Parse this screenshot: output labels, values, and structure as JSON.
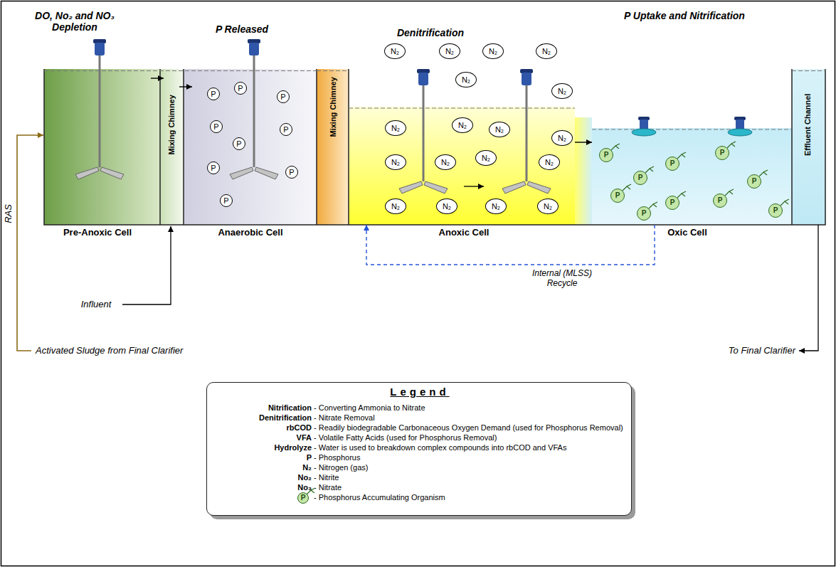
{
  "diagram": {
    "nodes": [
      {
        "text": [
          "DO, No₂ and NO₃ Depletion",
          "Pre-Anoxic Cell"
        ]
      },
      {
        "text": [
          "Mixing Chimney"
        ]
      },
      {
        "text": [
          "P Released",
          "Anaerobic Cell"
        ]
      },
      {
        "text": [
          "P"
        ],
        "in": 2
      },
      {
        "text": [
          "P"
        ],
        "in": 2
      },
      {
        "text": [
          "P"
        ],
        "in": 2
      },
      {
        "text": [
          "P"
        ],
        "in": 2
      },
      {
        "text": [
          "P"
        ],
        "in": 2
      },
      {
        "text": [
          "P"
        ],
        "in": 2
      },
      {
        "text": [
          "P"
        ],
        "in": 2
      },
      {
        "text": [
          "P"
        ],
        "in": 2
      },
      {
        "text": [
          "P"
        ],
        "in": 2
      },
      {
        "text": [
          "Mixing Chimney"
        ]
      },
      {
        "text": [
          "Denitrification",
          "Anoxic Cell"
        ]
      },
      {
        "text": [
          "N₂"
        ]
      },
      {
        "text": [
          "N₂"
        ]
      },
      {
        "text": [
          "N₂"
        ]
      },
      {
        "text": [
          "N₂"
        ]
      },
      {
        "text": [
          "N₂"
        ]
      },
      {
        "text": [
          "N₂"
        ]
      },
      {
        "text": [
          "N₂"
        ],
        "in": 13
      },
      {
        "text": [
          "N₂"
        ],
        "in": 13
      },
      {
        "text": [
          "N₂"
        ],
        "in": 13
      },
      {
        "text": [
          "N₂"
        ],
        "in": 13
      },
      {
        "text": [
          "N₂"
        ],
        "in": 13
      },
      {
        "text": [
          "N₂"
        ],
        "in": 13
      },
      {
        "text": [
          "N₂"
        ],
        "in": 13
      },
      {
        "text": [
          "N₂"
        ],
        "in": 13
      },
      {
        "text": [
          "N₂"
        ],
        "in": 13
      },
      {
        "text": [
          "N₂"
        ],
        "in": 13
      },
      {
        "text": [
          "N₂"
        ],
        "in": 13
      },
      {
        "text": [
          "N₂"
        ],
        "in": 13
      },
      {
        "text": [
          "P Uptake and Nitrification",
          "Oxic Cell"
        ]
      },
      {
        "text": [
          "P"
        ],
        "in": 32
      },
      {
        "text": [
          "P"
        ],
        "in": 32
      },
      {
        "text": [
          "P"
        ],
        "in": 32
      },
      {
        "text": [
          "P"
        ],
        "in": 32
      },
      {
        "text": [
          "P"
        ],
        "in": 32
      },
      {
        "text": [
          "P"
        ],
        "in": 32
      },
      {
        "text": [
          "P"
        ],
        "in": 32
      },
      {
        "text": [
          "P"
        ],
        "in": 32
      },
      {
        "text": [
          "P"
        ],
        "in": 32
      },
      {
        "text": [
          "P"
        ],
        "in": 32
      },
      {
        "text": [
          "Effluent Channel"
        ]
      },
      {
        "text": [
          "Legend",
          "Nitrification",
          "- Converting Ammonia to Nitrate",
          "Denitrification",
          "- Nitrate Removal",
          "rbCOD",
          "- Readily biodegradable Carbonaceous Oxygen Demand (used for Phosphorus Removal)",
          "VFA",
          "- Volatile Fatty Acids (used for Phosphorus Removal)",
          "Hydrolyze",
          "- Water is used to breakdown complex compounds into rbCOD and VFAs",
          "P",
          "- Phosphorus",
          "N₂",
          "- Nitrogen (gas)",
          "No₂",
          "- Nitrite",
          "No₃",
          "- Nitrate",
          "- Phosphorus Accumulating Organism"
        ]
      },
      {
        "text": [
          "P"
        ],
        "in": 44
      }
    ],
    "edges": [
      {
        "from": 0,
        "to": 1,
        "arrow": "to"
      },
      {
        "from": 1,
        "to": 2,
        "arrow": "to"
      },
      {
        "from": 13,
        "to": 32,
        "arrow": "to"
      },
      {
        "from": 32,
        "to": 13,
        "arrow": "to",
        "label": "Internal (MLSS) Recycle"
      }
    ],
    "labels": [
      "RAS",
      "Influent",
      "Activated Sludge from Final Clarifier",
      "To Final Clarifier"
    ]
  }
}
